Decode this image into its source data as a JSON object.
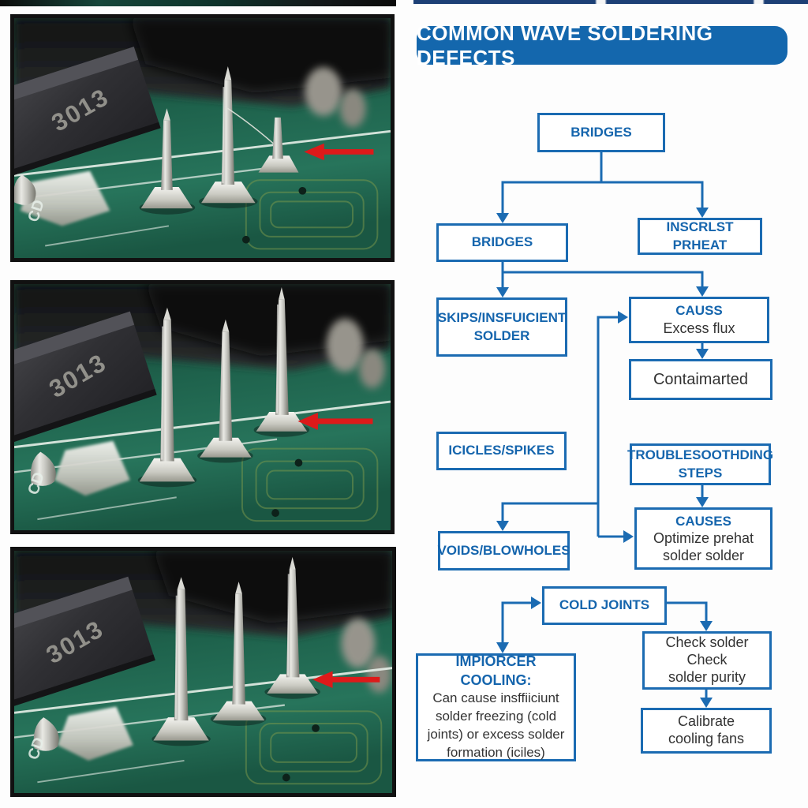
{
  "colors": {
    "accent_blue": "#1b6bb2",
    "label_blue": "#1565ad",
    "title_bg": "#1467ad",
    "title_text": "#ffffff",
    "body_text": "#333333",
    "arrow_red": "#dd1a1a",
    "pcb_green": "#27745b",
    "photo_border": "#111111"
  },
  "photos": [
    {
      "name": "solder-bridge-macro-photo",
      "chip_label": "3013",
      "silkscreen_text": "CD",
      "arrow_direction": "left"
    },
    {
      "name": "icicle-defect-macro-photo",
      "chip_label": "3013",
      "silkscreen_text": "CD",
      "arrow_direction": "left"
    },
    {
      "name": "cold-joint-macro-photo",
      "chip_label": "3013",
      "silkscreen_text": "CD",
      "arrow_direction": "left"
    }
  ],
  "flowchart": {
    "title": "COMMON WAVE SOLDERING DEFECTS",
    "boxes": {
      "bridges_top": {
        "label": "BRIDGES"
      },
      "bridges_left": {
        "label": "BRIDGES"
      },
      "insufficient_preheat": {
        "label": "INSCRLST PRHEAT"
      },
      "skips": {
        "lines": [
          "SKIPS/INSFUICIENT",
          "SOLDER"
        ]
      },
      "causs": {
        "label": "CAUSS",
        "body": "Excess flux"
      },
      "contaminated": {
        "label": "Contaimarted"
      },
      "icicles": {
        "label": "ICICLES/SPIKES"
      },
      "troubleshooting": {
        "lines": [
          "TROUBLESOOTHDING",
          "STEPS"
        ]
      },
      "voids": {
        "label": "VOIDS/BLOWHOLES"
      },
      "causes": {
        "label": "CAUSES",
        "body_lines": [
          "Optimize prehat",
          "solder solder"
        ]
      },
      "cold_joints": {
        "label": "COLD JOINTS"
      },
      "improper_cooling": {
        "label": "IMPIORCER COOLING:",
        "body": "Can cause insffiiciunt solder freezing (cold joints) or excess solder formation (iciles)"
      },
      "check_solder": {
        "lines": [
          "Check solder",
          "Check",
          "solder purity"
        ]
      },
      "calibrate": {
        "lines": [
          "Calibrate",
          "cooling fans"
        ]
      }
    }
  }
}
